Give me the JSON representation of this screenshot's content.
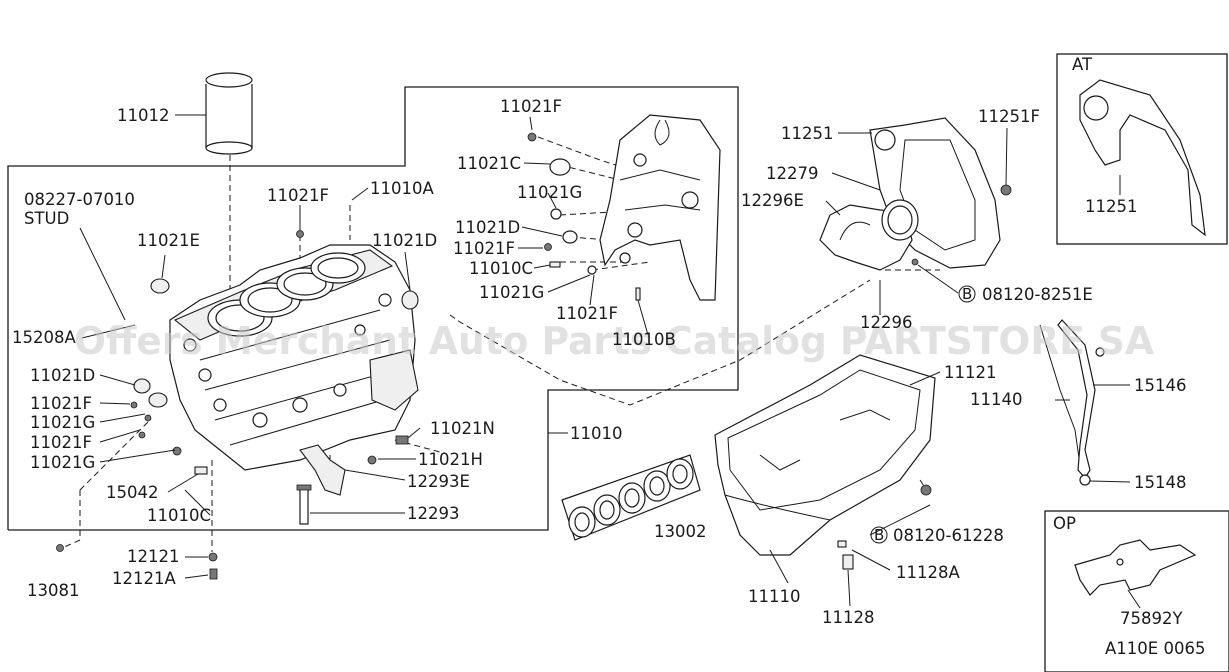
{
  "diagram_code": "A110E 0065",
  "watermark": "Offers Merchant Auto Parts Catalog PARTSTORE SA",
  "insets": {
    "at": "AT",
    "op": "OP"
  },
  "labels": {
    "p11012": "11012",
    "p08227": "08227-07010",
    "stud": "STUD",
    "p11021F_a": "11021F",
    "p11010A": "11010A",
    "p11021E": "11021E",
    "p11021D_a": "11021D",
    "p15208": "15208A",
    "p11021D_b": "11021D",
    "p11021F_b": "11021F",
    "p11021G_a": "11021G",
    "p11021F_c": "11021F",
    "p11021G_b": "11021G",
    "p15042": "15042",
    "p11010C_a": "11010C",
    "p12121": "12121",
    "p12121A": "12121A",
    "p13081": "13081",
    "p11021N": "11021N",
    "p11021H": "11021H",
    "p12293E": "12293E",
    "p12293": "12293",
    "p11010": "11010",
    "p13002": "13002",
    "p11021F_d": "11021F",
    "p11021C": "11021C",
    "p11021G_c": "11021G",
    "p11021D_c": "11021D",
    "p11021F_e": "11021F",
    "p11010C_b": "11010C",
    "p11021G_d": "11021G",
    "p11021F_f": "11021F",
    "p11010B": "11010B",
    "p11251": "11251",
    "p11251F": "11251F",
    "p12279": "12279",
    "p12296E": "12296E",
    "p08120_8251E": "08120-8251E",
    "p12296": "12296",
    "p11121": "11121",
    "p11140": "11140",
    "p15146": "15146",
    "p15148": "15148",
    "p08120_61228": "08120-61228",
    "p11110": "11110",
    "p11128A": "11128A",
    "p11128": "11128",
    "p11251_at": "11251",
    "p75892Y": "75892Y",
    "b1": "B",
    "b2": "B"
  }
}
